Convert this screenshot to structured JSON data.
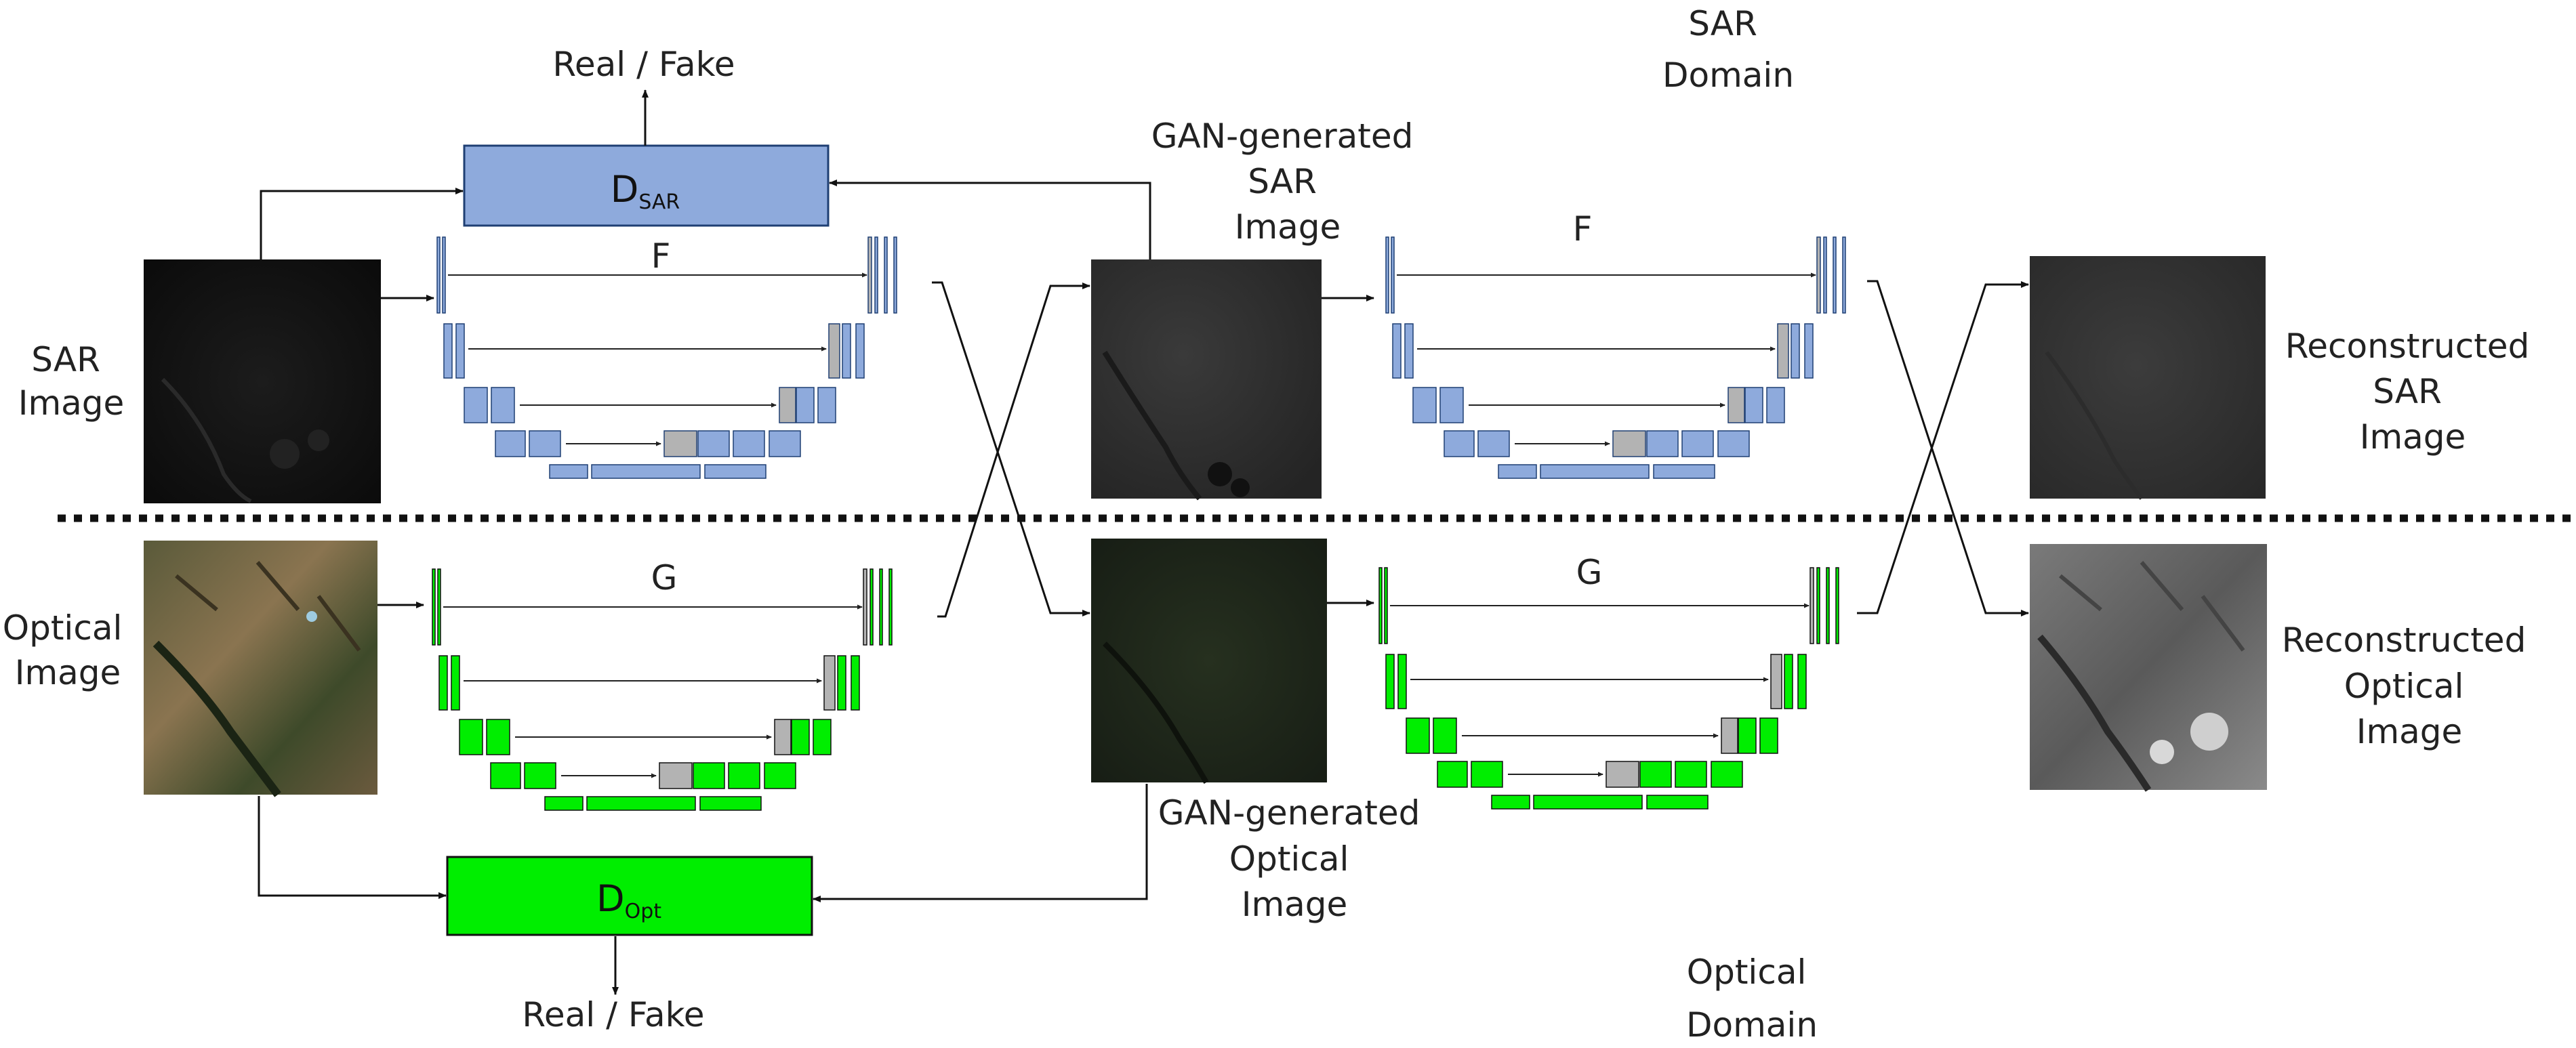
{
  "labels": {
    "real_fake_top": "Real / Fake",
    "real_fake_bottom": "Real / Fake",
    "sar_domain": [
      "SAR",
      "Domain"
    ],
    "optical_domain": [
      "Optical",
      "Domain"
    ],
    "sar_image": [
      "SAR",
      "Image"
    ],
    "optical_image": [
      "Optical",
      "Image"
    ],
    "gan_sar": [
      "GAN-generated",
      "SAR",
      "Image"
    ],
    "gan_optical": [
      "GAN-generated",
      "Optical",
      "Image"
    ],
    "recon_sar": [
      "Reconstructed",
      "SAR",
      "Image"
    ],
    "recon_optical": [
      "Reconstructed",
      "Optical",
      "Image"
    ],
    "f1": "F",
    "f2": "F",
    "g1": "G",
    "g2": "G"
  },
  "discriminators": {
    "sar": {
      "main": "D",
      "sub": "SAR"
    },
    "opt": {
      "main": "D",
      "sub": "Opt"
    }
  },
  "colors": {
    "sar_blue": "#8eaadc",
    "sar_blue_border": "#1f3f73",
    "opt_green": "#00ee00",
    "opt_green_border": "#111111",
    "skip_gray": "#b3b3b3"
  }
}
